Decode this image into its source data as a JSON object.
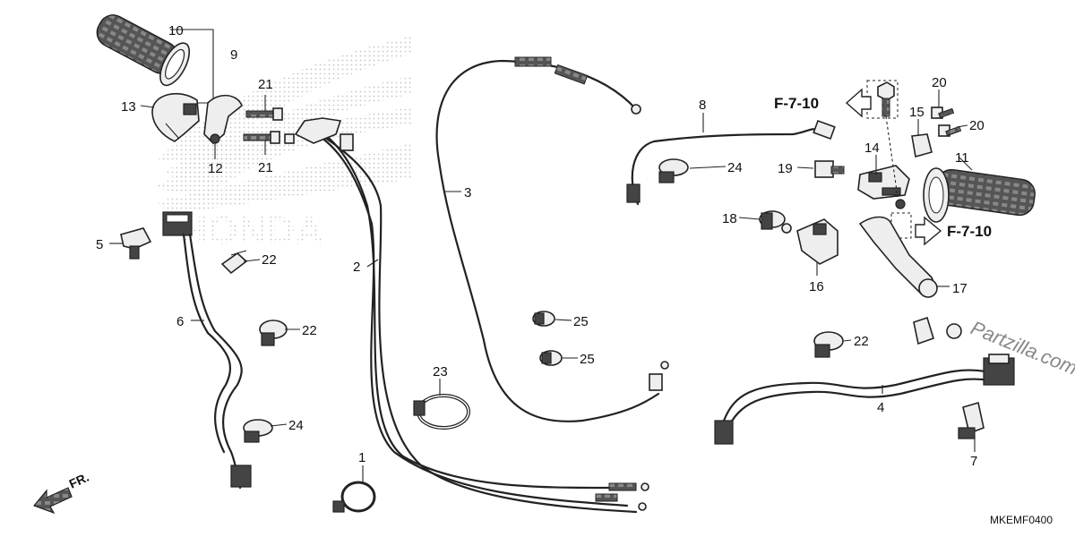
{
  "diagram": {
    "code": "MKEMF0400",
    "watermark": "Partzilla.com",
    "front_label": "FR.",
    "ref_upper": "F-7-10",
    "ref_lower": "F-7-10",
    "background_logo": "HONDA",
    "callouts": {
      "c1": "1",
      "c2": "2",
      "c3": "3",
      "c4": "4",
      "c5": "5",
      "c6": "6",
      "c7": "7",
      "c8": "8",
      "c9": "9",
      "c10": "10",
      "c11": "11",
      "c12": "12",
      "c13": "13",
      "c14": "14",
      "c15": "15",
      "c16": "16",
      "c17": "17",
      "c18": "18",
      "c19": "19",
      "c20a": "20",
      "c20b": "20",
      "c21a": "21",
      "c21b": "21",
      "c22a": "22",
      "c22b": "22",
      "c22c": "22",
      "c23": "23",
      "c24a": "24",
      "c24b": "24",
      "c25a": "25",
      "c25b": "25"
    }
  }
}
